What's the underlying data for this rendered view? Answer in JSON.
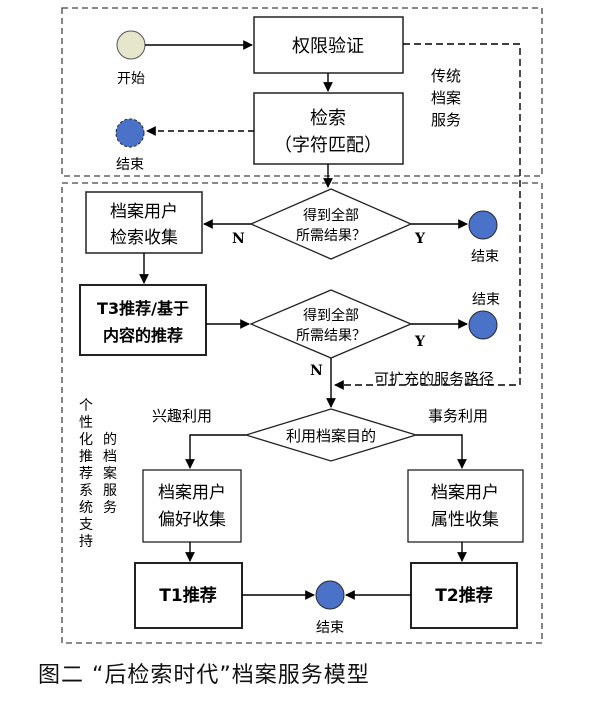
{
  "diagram": {
    "start_label": "开始",
    "end_label": "结束",
    "yes_label": "Y",
    "no_label": "N",
    "nodes": {
      "auth": "权限验证",
      "search_line1": "检索",
      "search_line2": "（字符匹配）",
      "collect_search_line1": "档案用户",
      "collect_search_line2": "检索收集",
      "t3_line1": "T3推荐/基于",
      "t3_line2": "内容的推荐",
      "decision_line1": "得到全部",
      "decision_line2": "所需结果？",
      "purpose": "利用档案目的",
      "pref_line1": "档案用户",
      "pref_line2": "偏好收集",
      "attr_line1": "档案用户",
      "attr_line2": "属性收集",
      "t1": "T1推荐",
      "t2": "T2推荐"
    },
    "region_labels": {
      "traditional": [
        "传统",
        "档案",
        "服务"
      ],
      "personalized_col1": [
        "个",
        "性",
        "化",
        "推",
        "荐",
        "系",
        "统",
        "支",
        "持"
      ],
      "personalized_col2": [
        "的",
        "档",
        "案",
        "服",
        "务"
      ]
    },
    "edge_labels": {
      "expandable_path": "可扩充的服务路径",
      "interest_use": "兴趣利用",
      "affairs_use": "事务利用"
    }
  },
  "caption": "图二 “后检索时代”档案服务模型"
}
